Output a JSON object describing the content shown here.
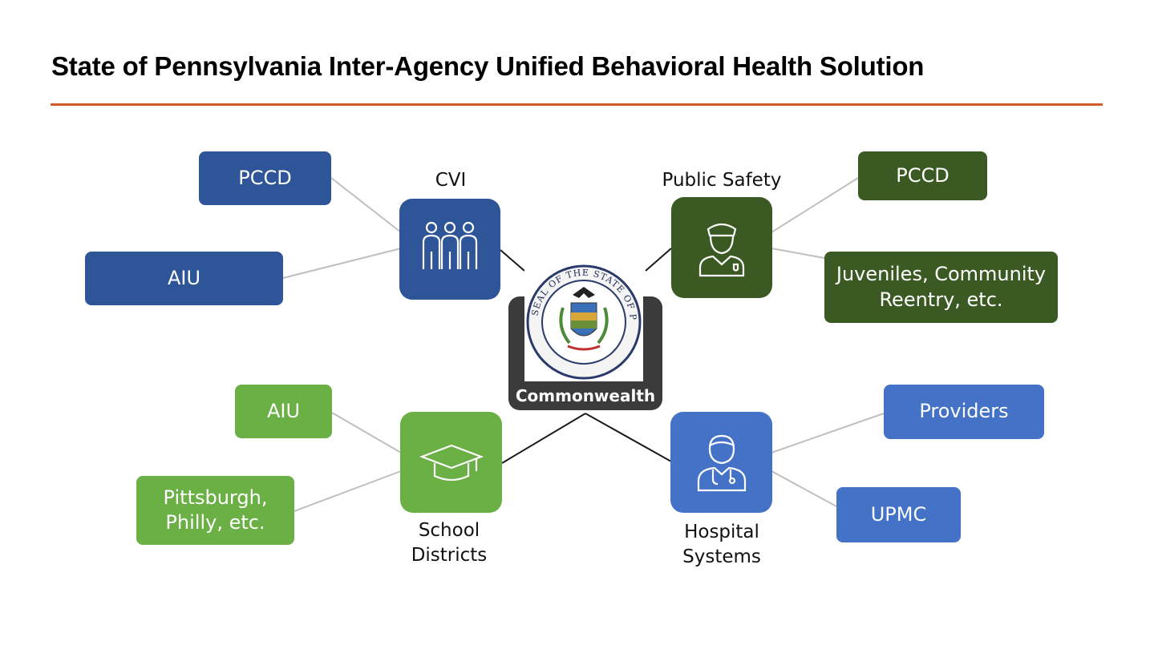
{
  "title": "State of Pennsylvania Inter-Agency Unified Behavioral Health Solution",
  "center": {
    "label": "Commonwealth"
  },
  "seal": {
    "text": "SEAL OF THE STATE OF PENNSYLVANIA"
  },
  "colors": {
    "rule": "#d2582e",
    "navy": "#2e5597",
    "dark_green": "#3b5a23",
    "light_green": "#6ab045",
    "blue": "#4472c6"
  },
  "categories": {
    "cvi": {
      "label": "CVI",
      "icon": "people-group-icon",
      "children": [
        "PCCD",
        "AIU"
      ]
    },
    "public_safety": {
      "label": "Public Safety",
      "icon": "police-officer-icon",
      "children": [
        "PCCD",
        "Juveniles, Community Reentry, etc."
      ]
    },
    "school_districts": {
      "label": "School Districts",
      "icon": "graduation-cap-icon",
      "children": [
        "AIU",
        "Pittsburgh, Philly, etc."
      ]
    },
    "hospital_systems": {
      "label": "Hospital Systems",
      "icon": "doctor-icon",
      "children": [
        "Providers",
        "UPMC"
      ]
    }
  }
}
